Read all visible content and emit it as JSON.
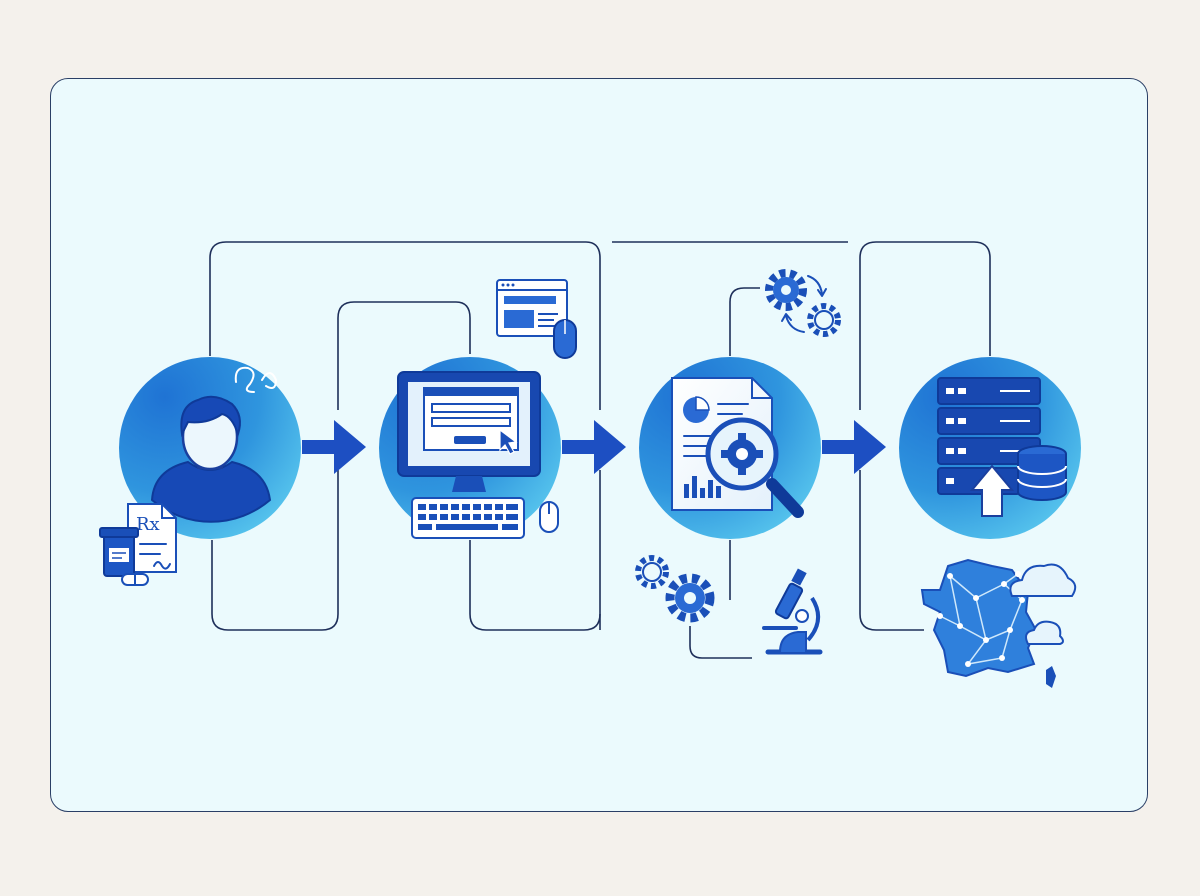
{
  "diagram": {
    "title": "",
    "stages": [
      {
        "name": "patient-prescription-stage",
        "icon": "patient-icon",
        "side_icon": "prescription-icon",
        "label": "Rx"
      },
      {
        "name": "computer-entry-stage",
        "icon": "computer-icon",
        "side_icon": "web-form-icon"
      },
      {
        "name": "document-analysis-stage",
        "icon": "document-analysis-icon",
        "side_icon": "gears-icon"
      },
      {
        "name": "server-database-stage",
        "icon": "server-database-icon",
        "side_icon": "france-network-map-icon"
      }
    ],
    "colors": {
      "background": "#f4f1ec",
      "panel": "#ebfafd",
      "accent": "#1a4fb8",
      "circle_light": "#52c3eb",
      "line": "#1e2f5a"
    }
  }
}
